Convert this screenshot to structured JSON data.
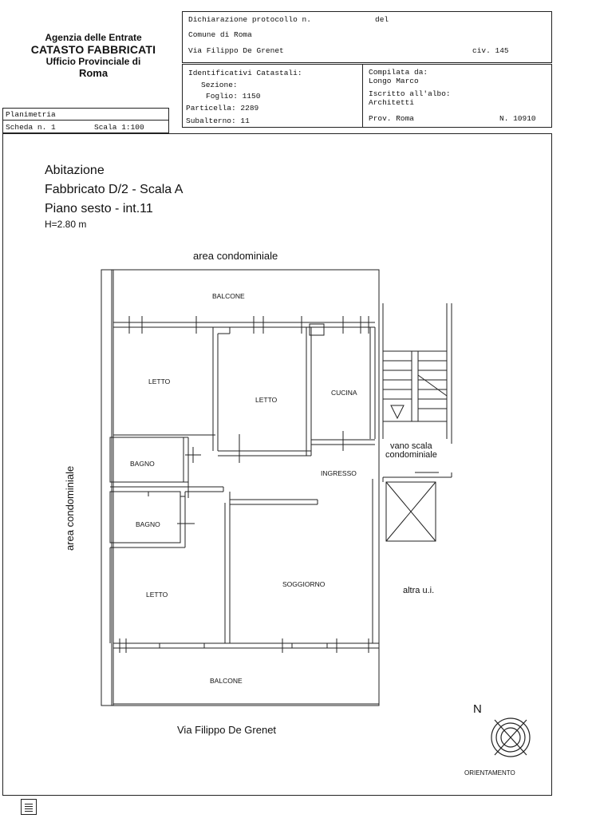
{
  "agency": {
    "line1": "Agenzia delle Entrate",
    "line2": "CATASTO FABBRICATI",
    "line3": "Ufficio Provinciale di",
    "line4": "Roma"
  },
  "declaration": {
    "protocol_label": "Dichiarazione protocollo n.",
    "del_label": "del",
    "comune": "Comune di Roma",
    "address": "Via Filippo De Grenet",
    "civ": "civ. 145"
  },
  "cadastral": {
    "title": "Identificativi Catastali:",
    "sezione": "Sezione:",
    "foglio": "Foglio: 1150",
    "particella": "Particella: 2289",
    "subalterno": "Subalterno: 11"
  },
  "compiler": {
    "compilata": "Compilata da:",
    "name": "Longo Marco",
    "iscritto": "Iscritto all'albo:",
    "albo": "Architetti",
    "prov": "Prov. Roma",
    "number": "N. 10910"
  },
  "sheet": {
    "planimetria": "Planimetria",
    "scheda": "Scheda n. 1",
    "scala": "Scala 1:100"
  },
  "plan": {
    "title1": "Abitazione",
    "title2": "Fabbricato D/2 - Scala A",
    "title3": "Piano sesto - int.11",
    "height": "H=2.80 m",
    "top_area": "area condominiale",
    "left_area": "area condominiale",
    "street": "Via Filippo De Grenet",
    "stair1": "vano scala",
    "stair2": "condominiale",
    "other_unit": "altra u.i.",
    "north": "N",
    "orientation": "ORIENTAMENTO",
    "rooms": {
      "balcone_top": "BALCONE",
      "letto1": "LETTO",
      "letto2": "LETTO",
      "cucina": "CUCINA",
      "bagno1": "BAGNO",
      "ingresso": "INGRESSO",
      "bagno2": "BAGNO",
      "letto3": "LETTO",
      "soggiorno": "SOGGIORNO",
      "balcone_bottom": "BALCONE"
    }
  }
}
